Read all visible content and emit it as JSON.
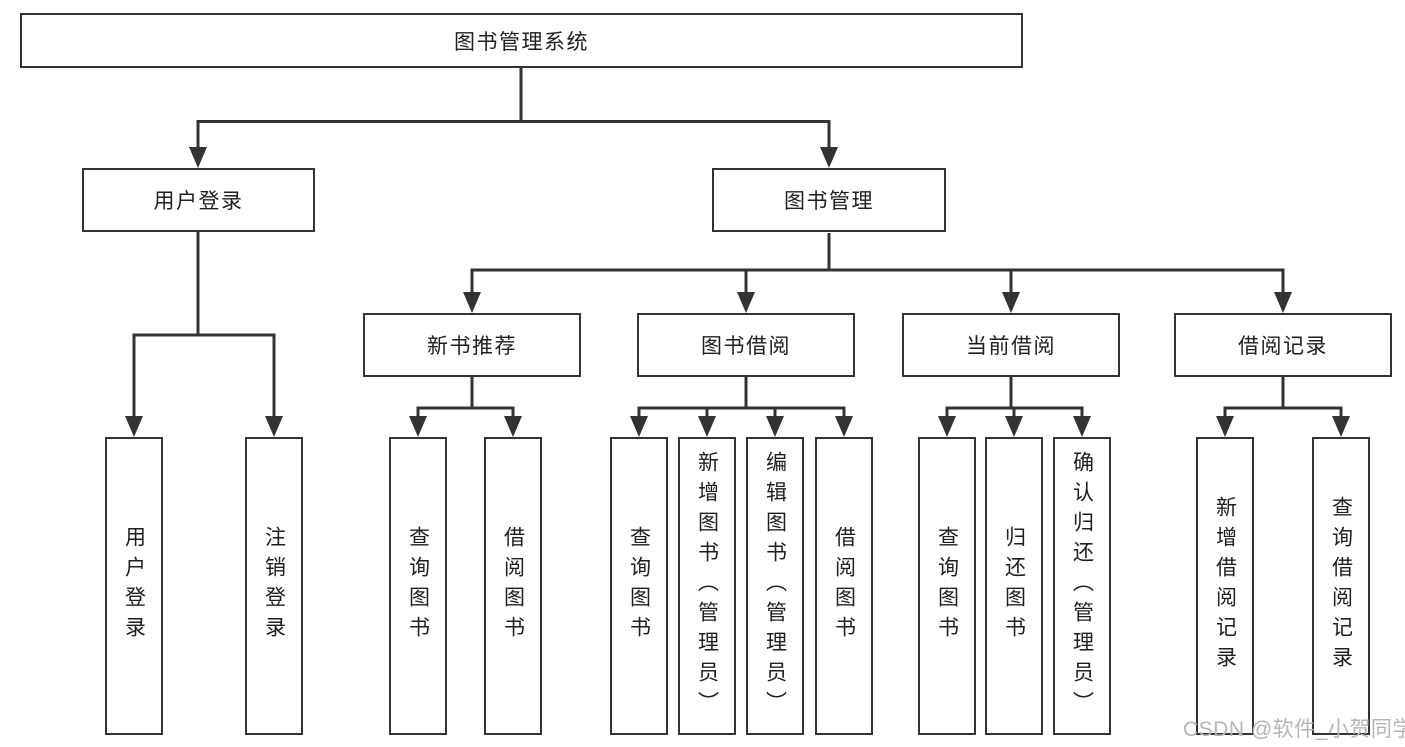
{
  "tree": {
    "root": "图书管理系统",
    "level2": [
      {
        "label": "用户登录",
        "children": [
          "用户登录",
          "注销登录"
        ]
      },
      {
        "label": "图书管理",
        "children": [
          {
            "label": "新书推荐",
            "children": [
              "查询图书",
              "借阅图书"
            ]
          },
          {
            "label": "图书借阅",
            "children": [
              "查询图书",
              "新增图书（管理员）",
              "编辑图书（管理员）",
              "借阅图书"
            ]
          },
          {
            "label": "当前借阅",
            "children": [
              "查询图书",
              "归还图书",
              "确认归还（管理员）"
            ]
          },
          {
            "label": "借阅记录",
            "children": [
              "新增借阅记录",
              "查询借阅记录"
            ]
          }
        ]
      }
    ]
  },
  "watermark": {
    "text": "CSDN @软件_小贺同学"
  },
  "colors": {
    "line": "#333333",
    "text": "#1f1f1f",
    "watermark": "#b5b5b5",
    "background": "#ffffff"
  }
}
